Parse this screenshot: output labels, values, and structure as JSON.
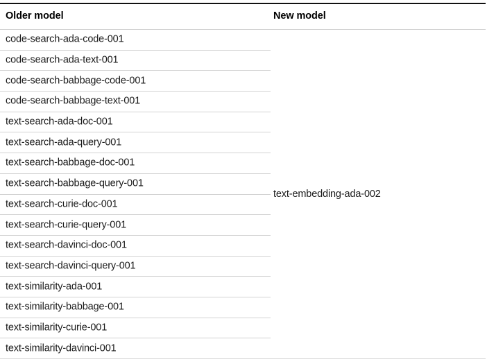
{
  "table": {
    "columns": [
      {
        "id": "older",
        "header": "Older model"
      },
      {
        "id": "new",
        "header": "New model"
      }
    ],
    "older_models": [
      "code-search-ada-code-001",
      "code-search-ada-text-001",
      "code-search-babbage-code-001",
      "code-search-babbage-text-001",
      "text-search-ada-doc-001",
      "text-search-ada-query-001",
      "text-search-babbage-doc-001",
      "text-search-babbage-query-001",
      "text-search-curie-doc-001",
      "text-search-curie-query-001",
      "text-search-davinci-doc-001",
      "text-search-davinci-query-001",
      "text-similarity-ada-001",
      "text-similarity-babbage-001",
      "text-similarity-curie-001",
      "text-similarity-davinci-001"
    ],
    "new_model": "text-embedding-ada-002",
    "colors": {
      "text": "#1a1a1a",
      "header_text": "#000000",
      "top_rule": "#111111",
      "row_rule": "#d2d2d2",
      "background": "#ffffff"
    }
  }
}
